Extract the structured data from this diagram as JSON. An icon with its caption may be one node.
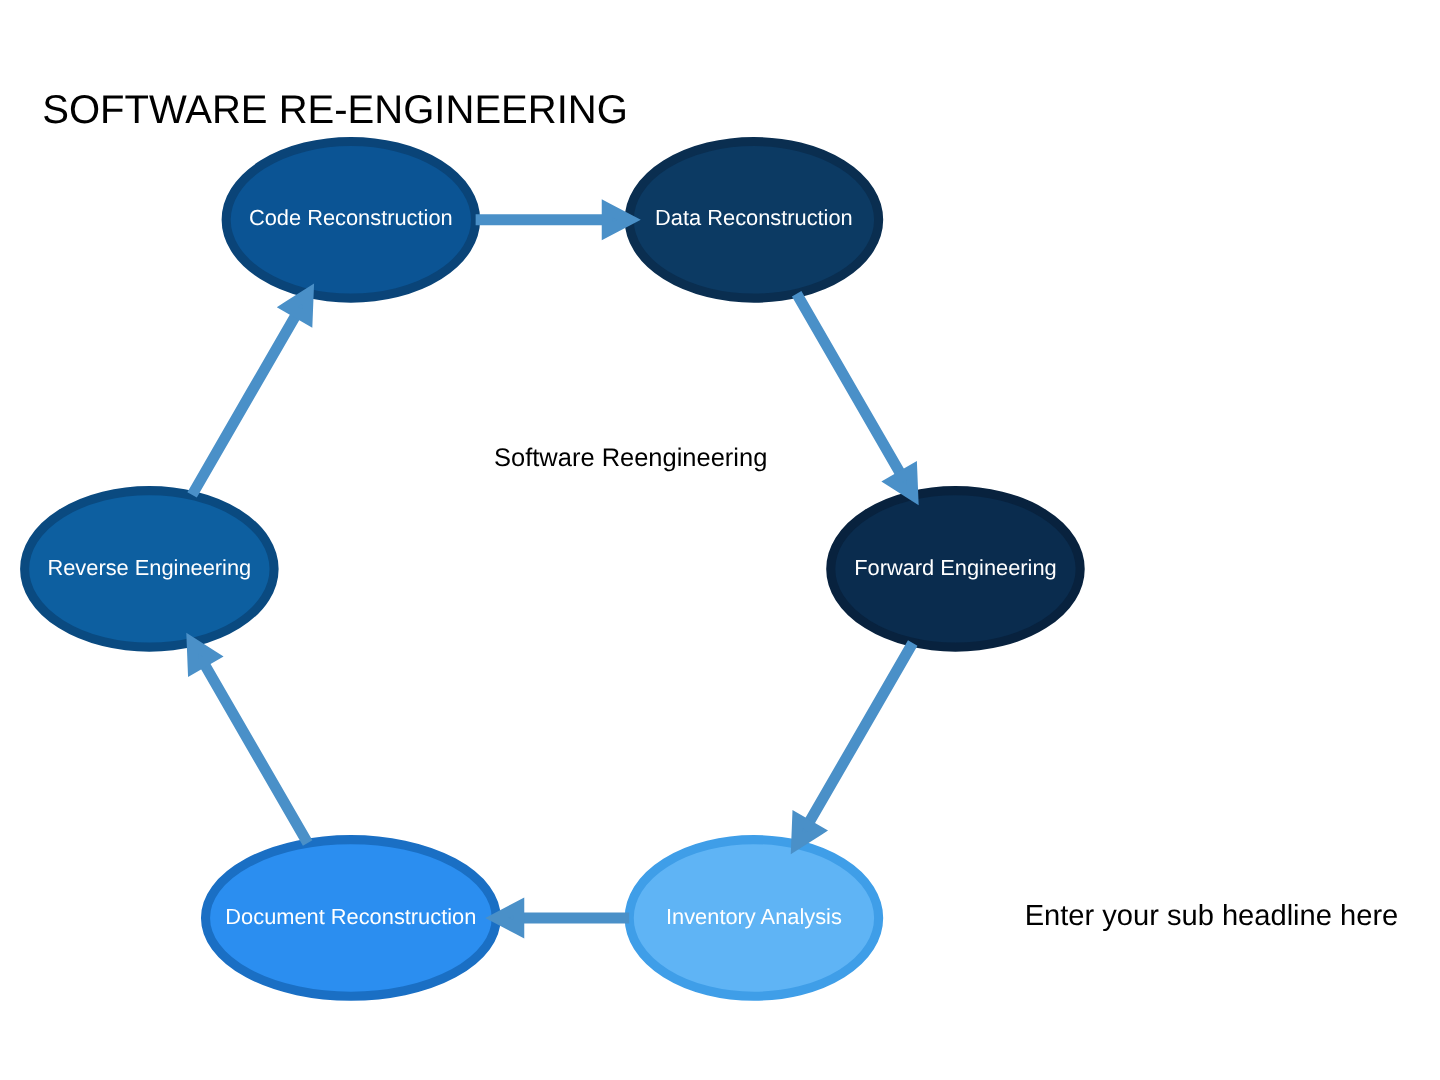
{
  "diagram": {
    "title": "SOFTWARE RE-ENGINEERING",
    "nodes": [
      {
        "text": [
          "Inventory Analysis"
        ]
      },
      {
        "text": [
          "Document Reconstruction"
        ]
      },
      {
        "text": [
          "Reverse Engineering"
        ]
      },
      {
        "text": [
          "Code Reconstruction"
        ]
      },
      {
        "text": [
          "Data Reconstruction"
        ]
      },
      {
        "text": [
          "Forward Engineering"
        ]
      }
    ],
    "edges": [
      {
        "from": 0,
        "to": 1,
        "arrow": "to"
      },
      {
        "from": 1,
        "to": 2,
        "arrow": "to"
      },
      {
        "from": 2,
        "to": 3,
        "arrow": "to"
      },
      {
        "from": 3,
        "to": 4,
        "arrow": "to"
      },
      {
        "from": 4,
        "to": 5,
        "arrow": "to"
      },
      {
        "from": 5,
        "to": 0,
        "arrow": "to"
      }
    ],
    "labels": [
      "Enter your sub headline here",
      "Software Reengineering"
    ]
  }
}
